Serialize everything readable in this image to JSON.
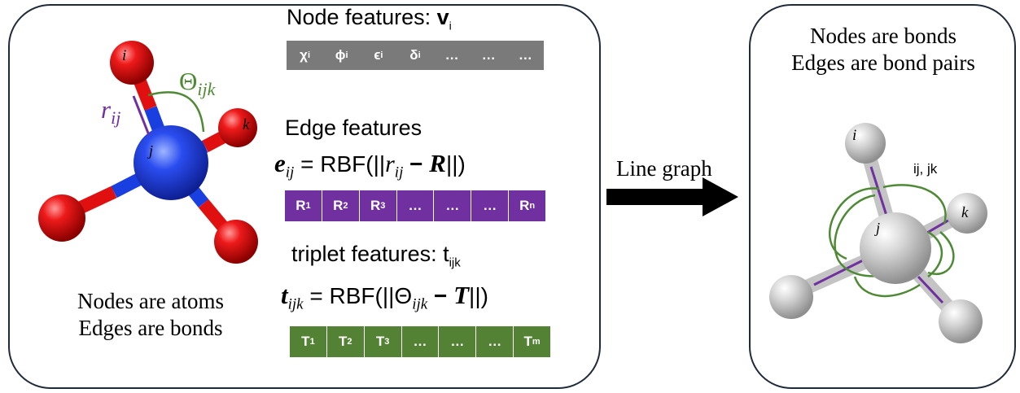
{
  "left_panel": {
    "node_features_title": "Node features: ",
    "node_features_var": "v",
    "node_features_var_sub": "i",
    "node_cells": [
      {
        "main": "χ",
        "sub": "i"
      },
      {
        "main": "ϕ",
        "sub": "i"
      },
      {
        "main": "ϵ",
        "sub": "i"
      },
      {
        "main": "δ",
        "sub": "i"
      },
      {
        "main": "…",
        "sub": ""
      },
      {
        "main": "…",
        "sub": ""
      },
      {
        "main": "…",
        "sub": ""
      }
    ],
    "edge_features_title": "Edge features",
    "edge_formula": {
      "lhs": "e",
      "lhs_sub": "ij",
      "eq": " = RBF(||",
      "r": "r",
      "r_sub": "ij",
      "minus": "  − ",
      "R": "R",
      "close": "||)"
    },
    "edge_cells": [
      {
        "main": "R",
        "sub": "1"
      },
      {
        "main": "R",
        "sub": "2"
      },
      {
        "main": "R",
        "sub": "3"
      },
      {
        "main": "…",
        "sub": ""
      },
      {
        "main": "…",
        "sub": ""
      },
      {
        "main": "…",
        "sub": ""
      },
      {
        "main": "R",
        "sub": "n"
      }
    ],
    "triplet_features_title": "triplet features: t",
    "triplet_features_sub": "ijk",
    "triplet_formula": {
      "lhs": "t",
      "lhs_sub": "ijk",
      "eq": " = RBF(||Θ",
      "theta_sub": "ijk",
      "minus": " − ",
      "T": "T",
      "close": "||)"
    },
    "triplet_cells": [
      {
        "main": "T",
        "sub": "1"
      },
      {
        "main": "T",
        "sub": "2"
      },
      {
        "main": "T",
        "sub": "3"
      },
      {
        "main": "…",
        "sub": ""
      },
      {
        "main": "…",
        "sub": ""
      },
      {
        "main": "…",
        "sub": ""
      },
      {
        "main": "T",
        "sub": "m"
      }
    ],
    "molecule_labels": {
      "i": "i",
      "j": "j",
      "k": "k",
      "r": "r",
      "r_sub": "ij",
      "theta": "Θ",
      "theta_sub": "ijk"
    },
    "caption_line1": "Nodes are atoms",
    "caption_line2": "Edges are bonds"
  },
  "arrow": {
    "label": "Line graph"
  },
  "right_panel": {
    "caption_line1": "Nodes are bonds",
    "caption_line2": "Edges are bond pairs",
    "labels": {
      "i": "i",
      "j": "j",
      "k": "k",
      "pair": "ij, jk"
    }
  },
  "colors": {
    "atom_red": "#e01010",
    "bond_blue": "#1a3fe0",
    "node_bar": "#7a7a7a",
    "edge_purple": "#7030a0",
    "triplet_green": "#548235",
    "angle_green": "#4e8a35",
    "arrow_black": "#000000",
    "gray_atom": "#d0d0d0"
  }
}
